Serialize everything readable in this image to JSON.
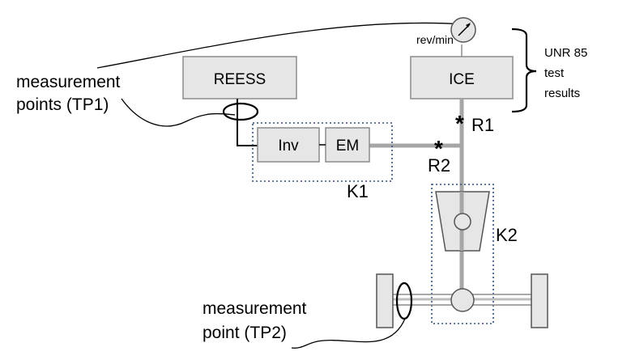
{
  "components": {
    "reess": "REESS",
    "ice": "ICE",
    "inv": "Inv",
    "em": "EM"
  },
  "labels": {
    "rev_min": "rev/min",
    "r1": "R1",
    "r2": "R2",
    "k1": "K1",
    "k2": "K2",
    "asterisk": "*",
    "unr_line1": "UNR 85",
    "unr_line2": "test",
    "unr_line3": "results",
    "tp1_line1": "measurement",
    "tp1_line2": "points (TP1)",
    "tp2_line1": "measurement",
    "tp2_line2": "point (TP2)"
  },
  "colors": {
    "box_fill": "#e6e6e6",
    "box_stroke": "#8c8c8c",
    "shaft": "#a6a6a6",
    "dotted": "#2f4f7f",
    "line": "#000000"
  }
}
